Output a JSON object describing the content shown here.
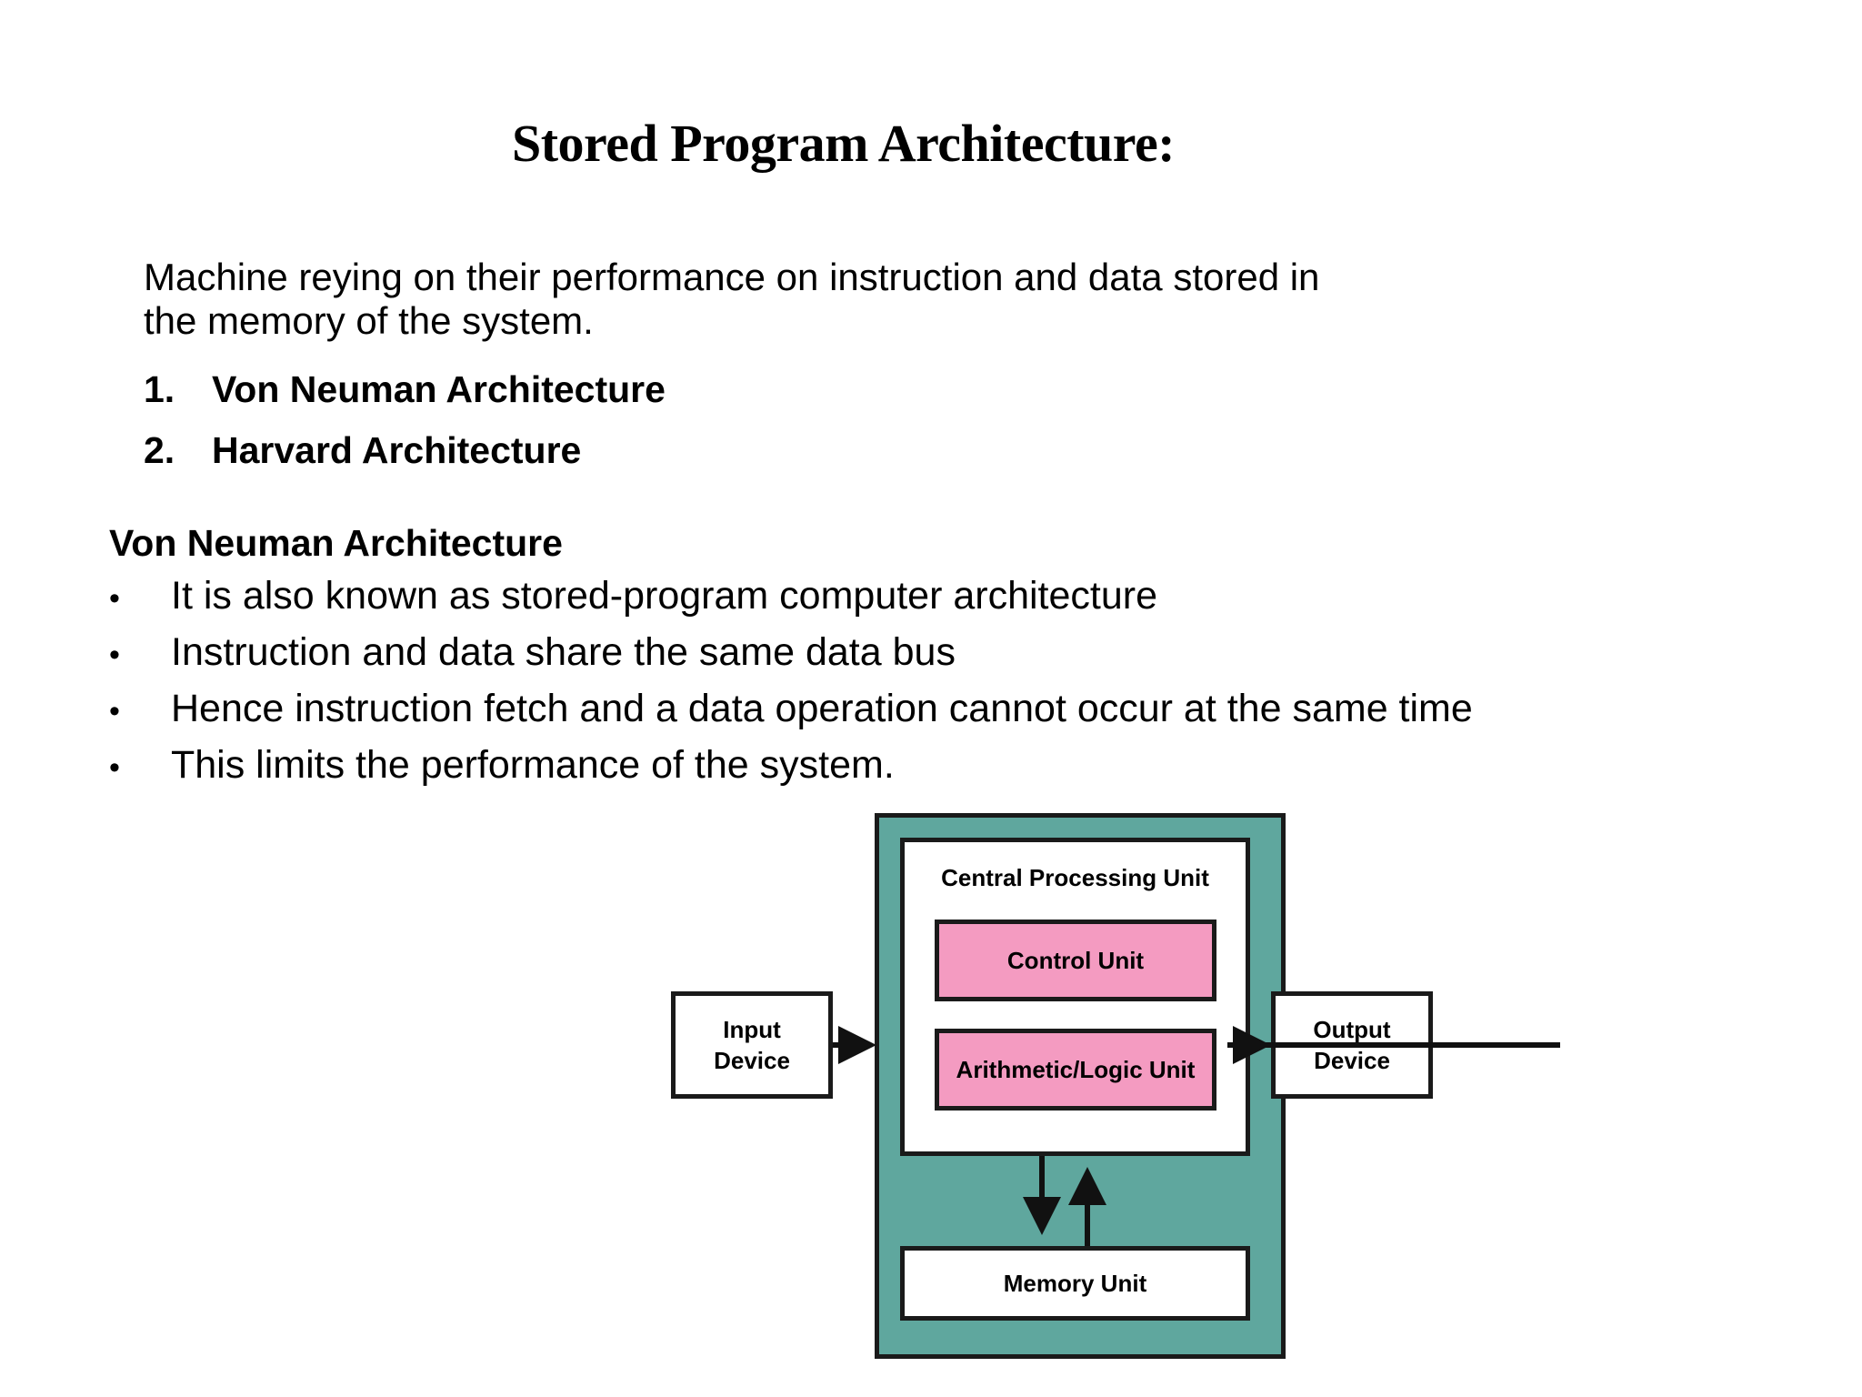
{
  "slide": {
    "title": "Stored Program Architecture:",
    "intro_lines": [
      "Machine reying on their performance on instruction and data stored in",
      "the memory of the system."
    ],
    "numbered_items": [
      {
        "marker": "1.",
        "label": "Von Neuman Architecture"
      },
      {
        "marker": "2.",
        "label": "Harvard Architecture"
      }
    ],
    "section_heading": "Von Neuman Architecture",
    "bullet_marker": "•",
    "bullets": [
      "It is  also known as stored-program computer architecture",
      "Instruction and data share the same data bus",
      "Hence instruction fetch and a data operation cannot occur at the same time",
      "This limits the performance of the system."
    ]
  },
  "diagram": {
    "container_color": "#5FA79E",
    "accent_color": "#F49BC1",
    "border_color": "#1A1A1A",
    "cpu_label": "Central Processing Unit",
    "control_unit_label": "Control Unit",
    "alu_label": "Arithmetic/Logic Unit",
    "memory_label": "Memory Unit",
    "input_device": {
      "line1": "Input",
      "line2": "Device"
    },
    "output_device": {
      "line1": "Output",
      "line2": "Device"
    }
  }
}
